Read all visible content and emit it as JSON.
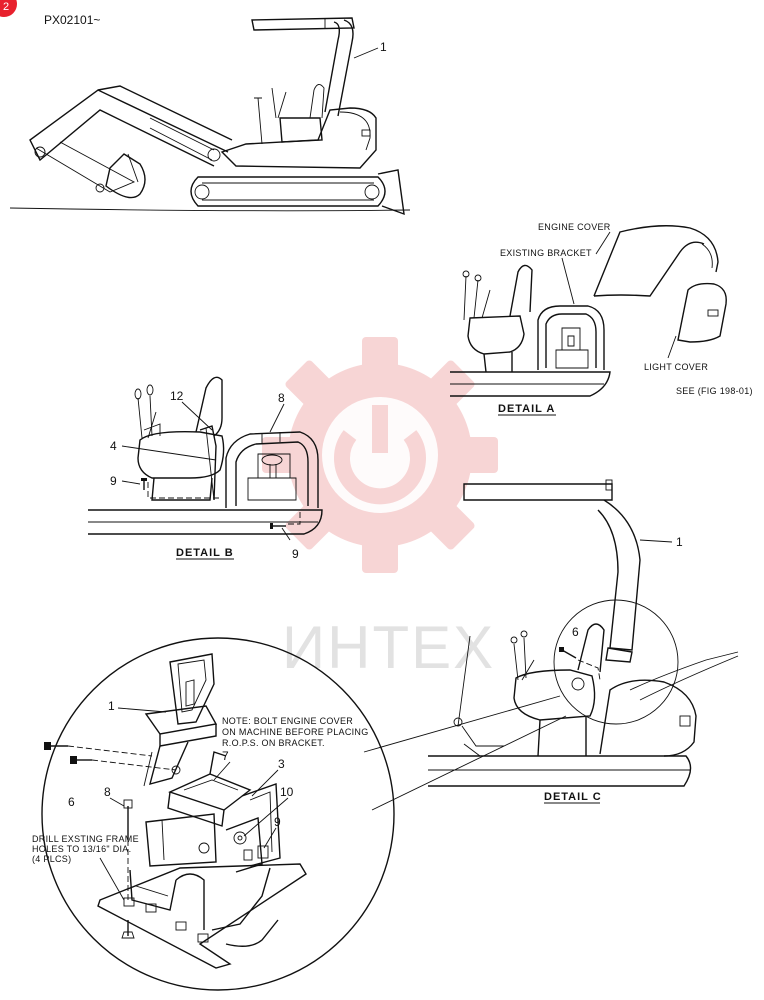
{
  "badge": "2",
  "code": "PX02101~",
  "watermark": "ИНТЕХ",
  "labels": {
    "engine_cover": "ENGINE COVER",
    "existing_bracket": "EXISTING BRACKET",
    "light_cover": "LIGHT COVER",
    "see_fig": "SEE (FIG 198-01)",
    "note_line1": "NOTE: BOLT ENGINE COVER",
    "note_line2": "ON MACHINE BEFORE PLACING",
    "note_line3": "R.O.P.S. ON BRACKET.",
    "drill_line1": "DRILL EXSTING FRAME",
    "drill_line2": "HOLES TO 13/16\" DIA.",
    "drill_line3": "(4 PLCS)"
  },
  "details": {
    "a": "DETAIL  A",
    "b": "DETAIL  B",
    "c": "DETAIL  C"
  },
  "callouts": {
    "top_1": "1",
    "b_12": "12",
    "b_8": "8",
    "b_4": "4",
    "b_9a": "9",
    "b_9b": "9",
    "c_1": "1",
    "c_6": "6",
    "z_1": "1",
    "z_7": "7",
    "z_3": "3",
    "z_10": "10",
    "z_9": "9",
    "z_8": "8",
    "z_6": "6"
  },
  "colors": {
    "badge": "#e8212d",
    "watermark": "#f2b4b4",
    "ink": "#111111"
  }
}
